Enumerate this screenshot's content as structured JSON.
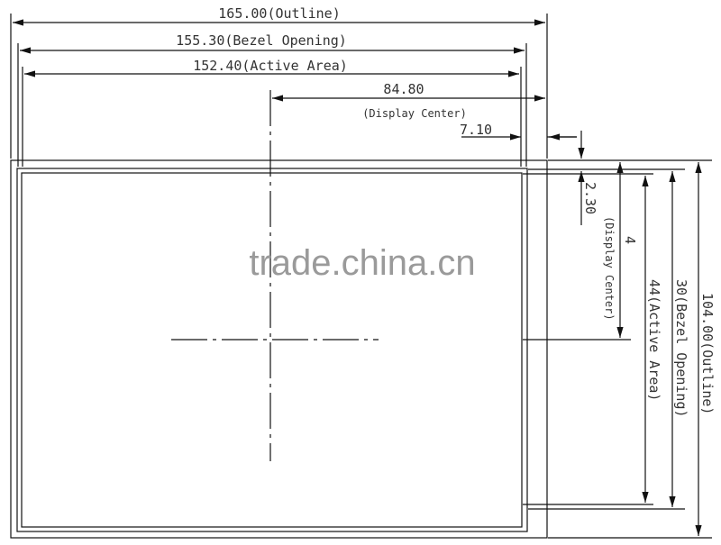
{
  "drawing": {
    "outline_width_label": "165.00(Outline)",
    "bezel_width_label": "155.30(Bezel Opening)",
    "active_width_label": "152.40(Active Area)",
    "center_x_label": "84.80",
    "center_x_caption": "(Display Center)",
    "right_offset_label": "7.10",
    "top_offset_label": "2.30",
    "center_y_label": "4",
    "center_y_caption": "(Display Center)",
    "active_height_label": "44(Active Area)",
    "bezel_height_label": "30(Bezel Opening)",
    "outline_height_label": "104.00(Outline)"
  },
  "watermark": "trade.china.cn"
}
